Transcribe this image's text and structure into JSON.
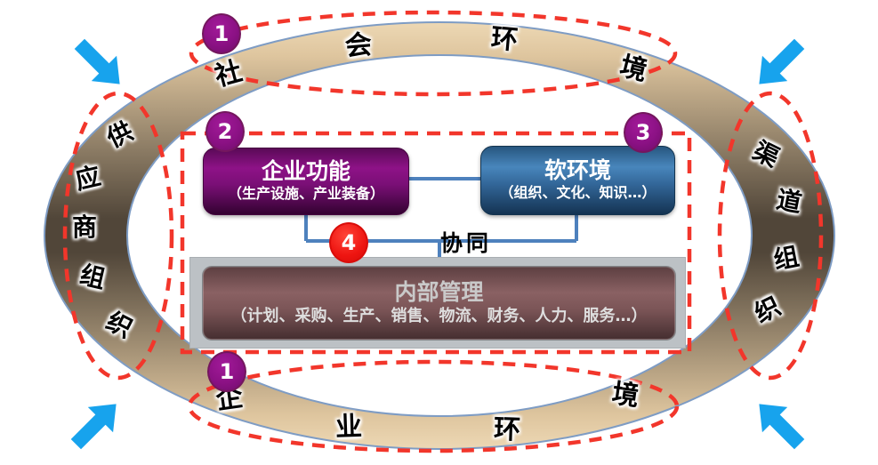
{
  "diagram": {
    "outer_ring": {
      "top_arc_label": "社会环境",
      "top_arc_chars": [
        "社",
        "会",
        "环",
        "境"
      ],
      "bottom_arc_label": "企业环境",
      "bottom_arc_chars": [
        "企",
        "业",
        "环",
        "境"
      ],
      "left_arc_label": "供应商组织",
      "left_arc_chars": [
        "供",
        "应",
        "商",
        "组",
        "织"
      ],
      "right_arc_label": "渠道组织",
      "right_arc_chars": [
        "渠",
        "道",
        "组",
        "织"
      ]
    },
    "badges": {
      "top_social": "1",
      "bottom_enterprise": "1",
      "enterprise_function": "2",
      "soft_environment": "3",
      "synergy": "4"
    },
    "boxes": {
      "enterprise_function": {
        "title": "企业功能",
        "subtitle": "（生产设施、产业装备）"
      },
      "soft_environment": {
        "title": "软环境",
        "subtitle": "（组织、文化、知识…）"
      },
      "internal_management": {
        "title": "内部管理",
        "subtitle": "（计划、采购、生产、销售、物流、财务、人力、服务…）"
      }
    },
    "labels": {
      "synergy": "协同"
    },
    "colors": {
      "ring_light": "#E2CAA4",
      "ring_dark": "#514639",
      "ring_edge": "#7E9CC4",
      "dashed_red": "#F2362B",
      "badge_purple": "#8B1184",
      "badge_red": "#EE1511",
      "box_purple": "#8E1287",
      "box_blue": "#4886BC",
      "box_maroon": "#7A5456",
      "container_gray": "#BCC1C5",
      "connector_blue": "#4E81BD",
      "arrow_blue": "#17A3ED"
    }
  }
}
